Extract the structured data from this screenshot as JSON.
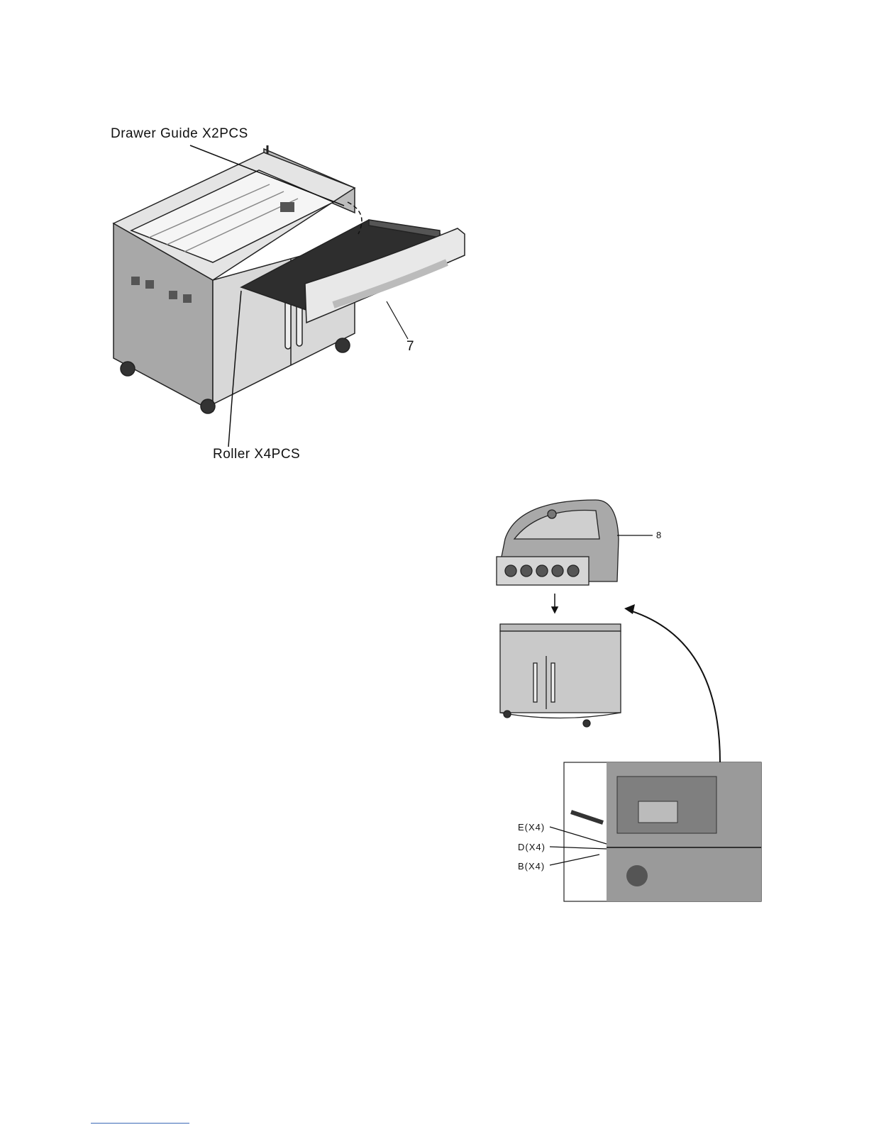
{
  "fig1": {
    "drawer_guide_label": "Drawer Guide X2PCS",
    "roller_label": "Roller X4PCS",
    "part_number": "7"
  },
  "fig2": {
    "part_number": "8",
    "fastener_e": "E(X4)",
    "fastener_d": "D(X4)",
    "fastener_b": "B(X4)"
  }
}
